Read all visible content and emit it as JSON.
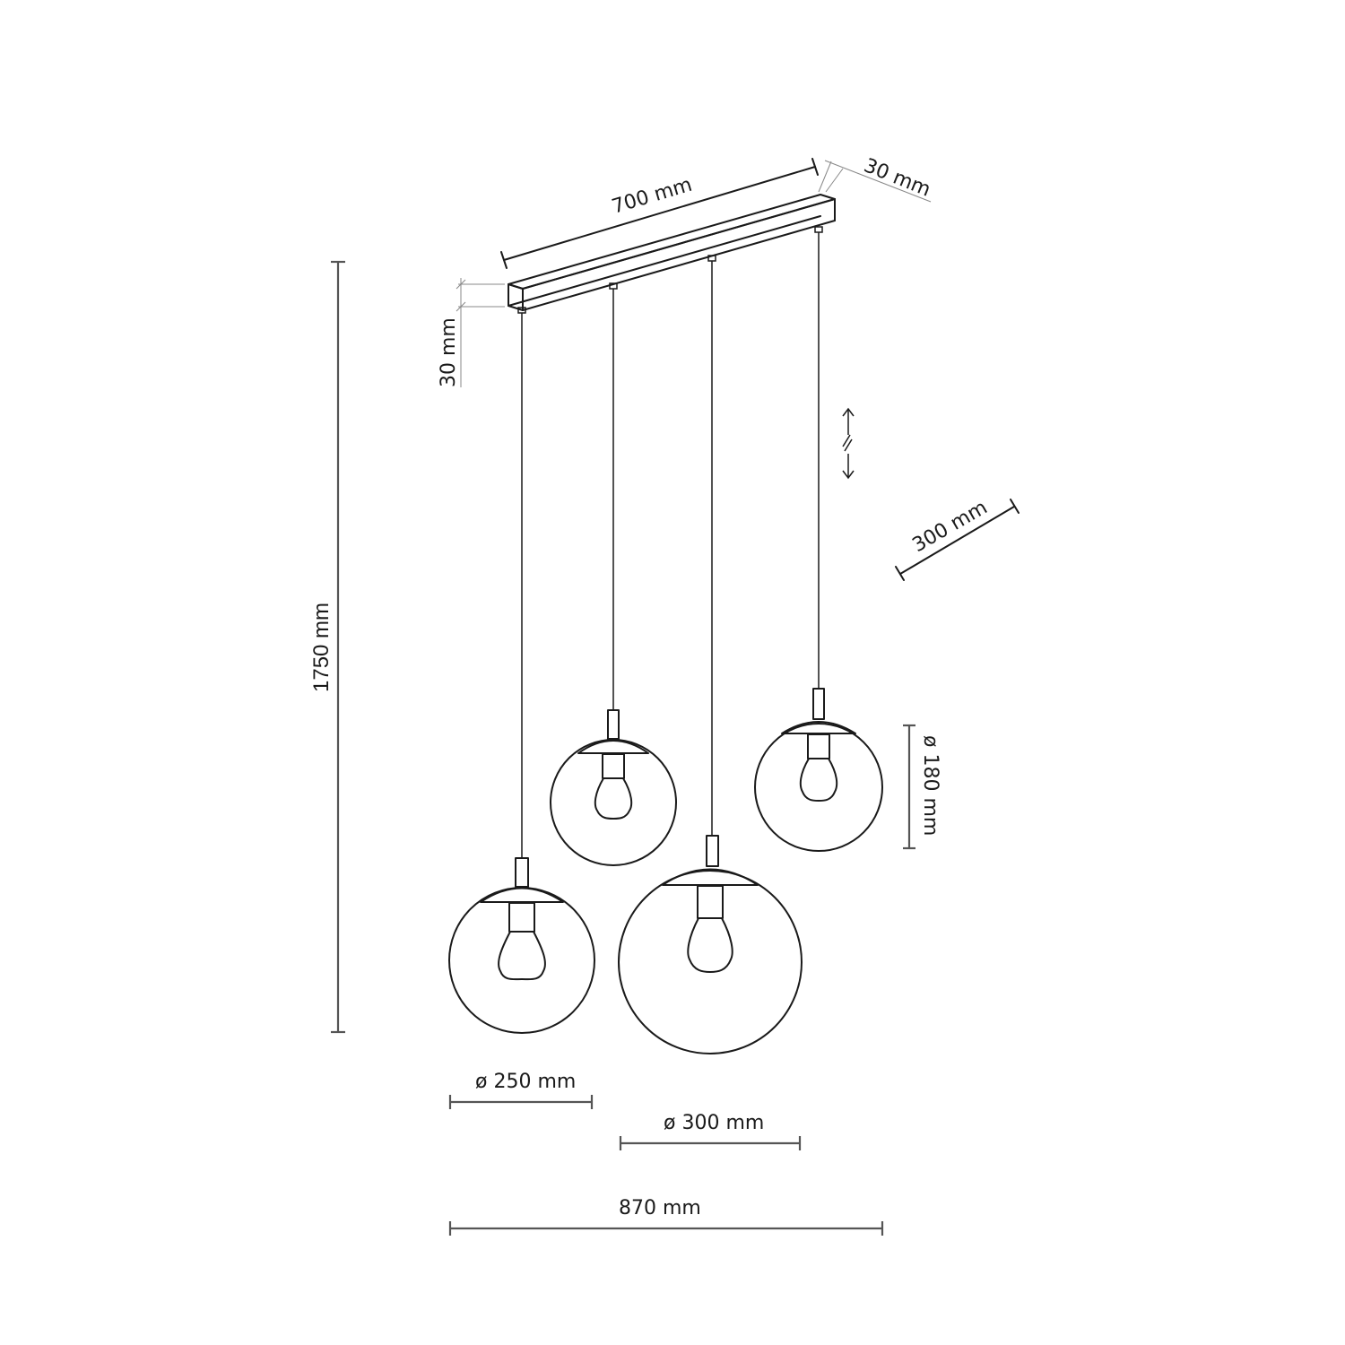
{
  "diagram": {
    "subject": "4-light pendant lamp technical drawing",
    "colors": {
      "background": "#ffffff",
      "outline": "#1a1a1a",
      "dimension_line": "#555555",
      "extension_line": "#888888"
    },
    "dimensions": {
      "bar_length": "700 mm",
      "bar_depth": "30 mm",
      "bar_height": "30 mm",
      "total_height": "1750 mm",
      "adjustable_cable": "300 mm",
      "globe_small": "ø 180 mm",
      "globe_medium": "ø 250 mm",
      "globe_large": "ø 300 mm",
      "total_width": "870 mm"
    },
    "components": {
      "ceiling_bar": {
        "label": "ceiling bar",
        "cable_count": 4
      },
      "globes": [
        {
          "id": "globe-left",
          "diameter_label": "ø 250 mm"
        },
        {
          "id": "globe-center-left",
          "diameter_label": "ø 180 mm"
        },
        {
          "id": "globe-center-right",
          "diameter_label": "ø 300 mm"
        },
        {
          "id": "globe-right",
          "diameter_label": "ø 180 mm"
        }
      ]
    },
    "icons": {
      "adjustable_height": "double-arrow-break-icon"
    }
  }
}
